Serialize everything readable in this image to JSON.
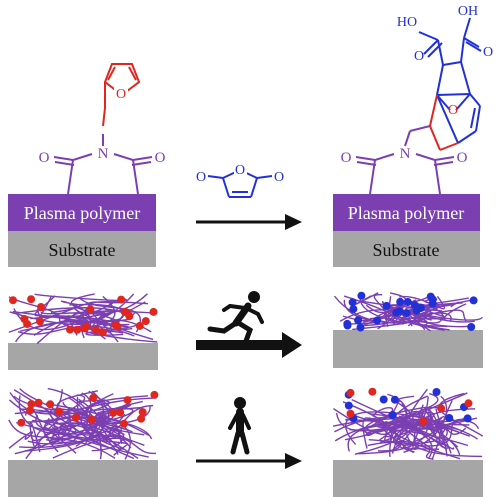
{
  "labels": {
    "plasma_polymer_left": "Plasma polymer",
    "substrate_left": "Substrate",
    "plasma_polymer_right": "Plasma polymer",
    "substrate_right": "Substrate"
  },
  "atoms": {
    "oxygen": "O",
    "nitrogen": "N",
    "hydroxyl": "HO",
    "hydroxyl_right": "OH"
  },
  "colors": {
    "polymer": "#7b3fb2",
    "substrate": "#a6a6a6",
    "furan": "#e0271f",
    "maleic": "#2231d6",
    "text_white": "#ffffff",
    "black": "#111111"
  },
  "icons": {
    "reaction_arrow": "arrow-right-icon",
    "fast": "running-person-icon",
    "slow": "walking-person-icon"
  }
}
